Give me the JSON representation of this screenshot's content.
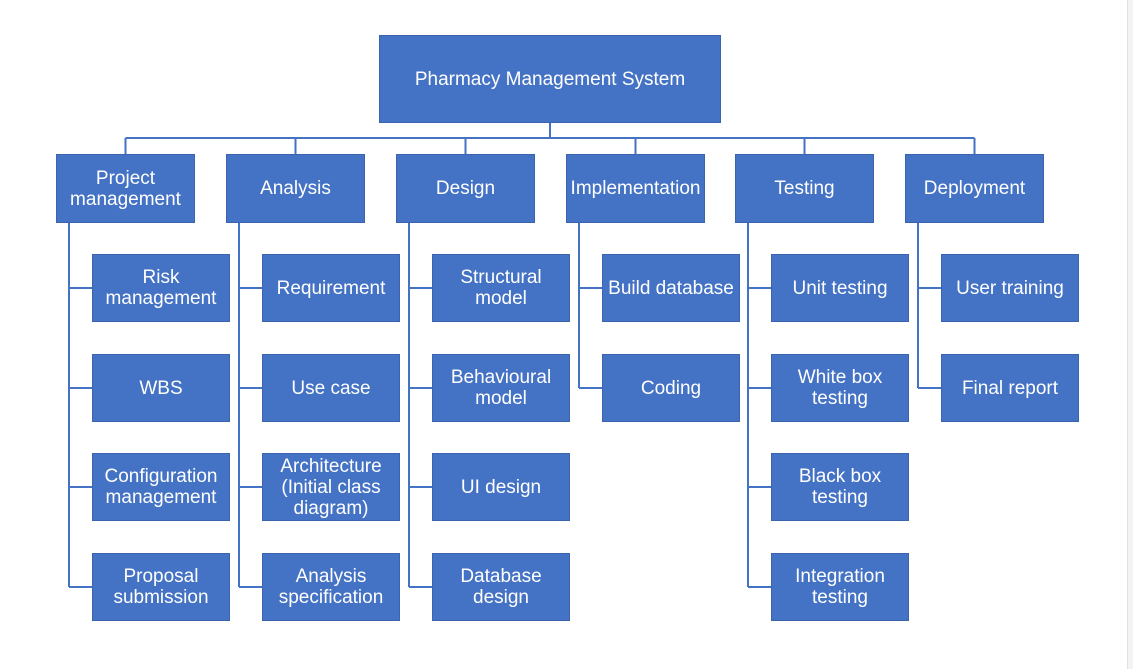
{
  "diagram": {
    "root": {
      "label": "Pharmacy Management System"
    },
    "branches": [
      {
        "label": "Project\nmanagement",
        "children": [
          "Risk\nmanagement",
          "WBS",
          "Configuration\nmanagement",
          "Proposal\nsubmission"
        ]
      },
      {
        "label": "Analysis",
        "children": [
          "Requirement",
          "Use case",
          "Architecture\n(Initial class\ndiagram)",
          "Analysis\nspecification"
        ]
      },
      {
        "label": "Design",
        "children": [
          "Structural\nmodel",
          "Behavioural\nmodel",
          "UI design",
          "Database\ndesign"
        ]
      },
      {
        "label": "Implementation",
        "children": [
          "Build database",
          "Coding"
        ]
      },
      {
        "label": "Testing",
        "children": [
          "Unit testing",
          "White box\ntesting",
          "Black box\ntesting",
          "Integration\ntesting"
        ]
      },
      {
        "label": "Deployment",
        "children": [
          "User training",
          "Final report"
        ]
      }
    ]
  },
  "colors": {
    "box_fill": "#4472c4",
    "box_text": "#ffffff",
    "connector": "#4472c4"
  }
}
